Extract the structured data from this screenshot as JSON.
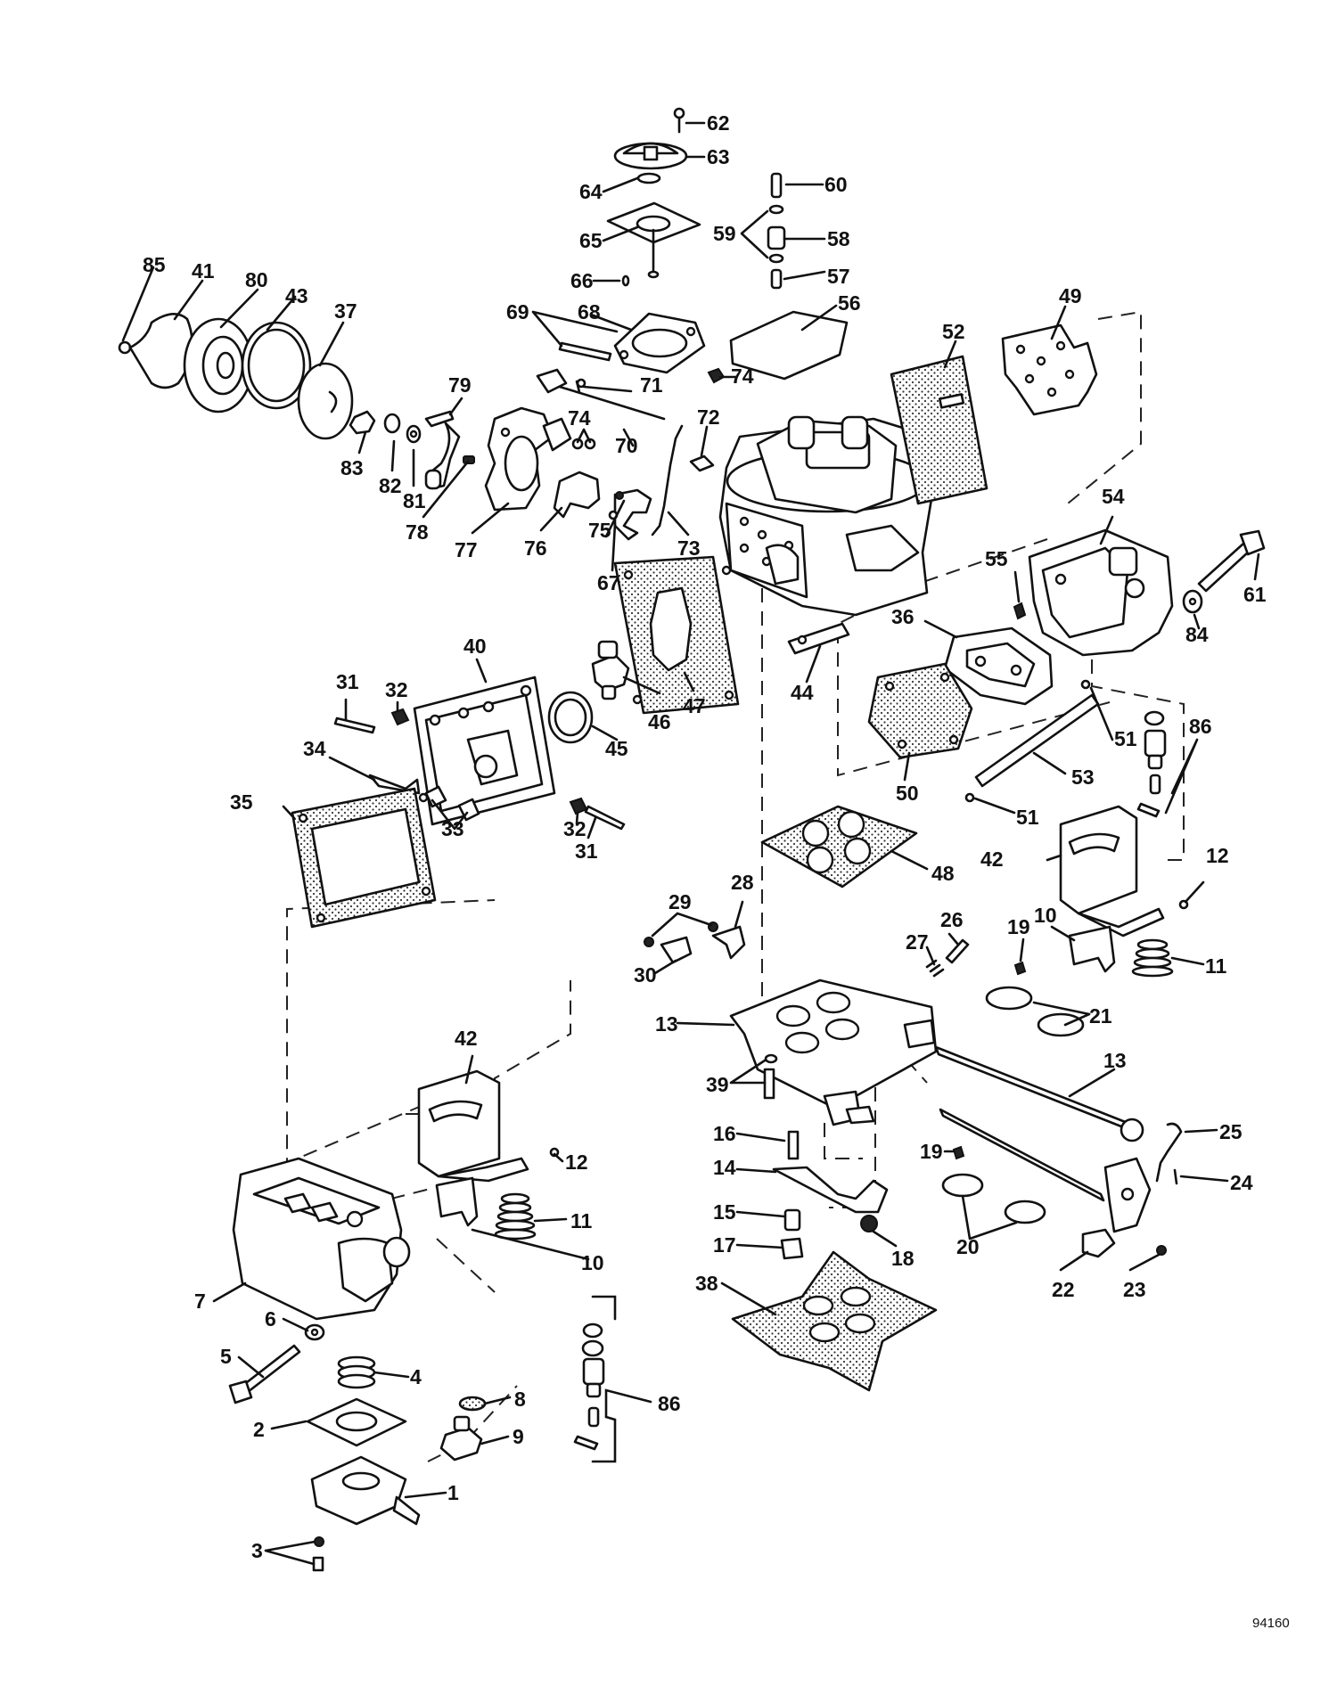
{
  "diagram": {
    "type": "exploded-parts-diagram",
    "subject": "four-barrel carburetor",
    "document_number": "94160",
    "callout_numbers": [
      "1",
      "2",
      "3",
      "4",
      "5",
      "6",
      "7",
      "8",
      "9",
      "10",
      "11",
      "12",
      "13",
      "14",
      "15",
      "16",
      "17",
      "18",
      "19",
      "20",
      "21",
      "22",
      "23",
      "24",
      "25",
      "26",
      "27",
      "28",
      "29",
      "30",
      "31",
      "32",
      "33",
      "34",
      "35",
      "36",
      "37",
      "38",
      "39",
      "40",
      "41",
      "42",
      "43",
      "44",
      "45",
      "46",
      "47",
      "48",
      "49",
      "50",
      "51",
      "52",
      "53",
      "54",
      "55",
      "56",
      "57",
      "58",
      "59",
      "60",
      "61",
      "62",
      "63",
      "64",
      "65",
      "66",
      "67",
      "68",
      "69",
      "70",
      "71",
      "72",
      "73",
      "74",
      "75",
      "76",
      "77",
      "78",
      "79",
      "80",
      "81",
      "82",
      "83",
      "84",
      "85",
      "86"
    ]
  },
  "callouts": [
    {
      "id": "c62",
      "label": "62"
    },
    {
      "id": "c63",
      "label": "63"
    },
    {
      "id": "c64",
      "label": "64"
    },
    {
      "id": "c60",
      "label": "60"
    },
    {
      "id": "c58",
      "label": "58"
    },
    {
      "id": "c59",
      "label": "59"
    },
    {
      "id": "c65",
      "label": "65"
    },
    {
      "id": "c57",
      "label": "57"
    },
    {
      "id": "c66",
      "label": "66"
    },
    {
      "id": "c85",
      "label": "85"
    },
    {
      "id": "c41",
      "label": "41"
    },
    {
      "id": "c80",
      "label": "80"
    },
    {
      "id": "c43",
      "label": "43"
    },
    {
      "id": "c37",
      "label": "37"
    },
    {
      "id": "c69",
      "label": "69"
    },
    {
      "id": "c68",
      "label": "68"
    },
    {
      "id": "c56",
      "label": "56"
    },
    {
      "id": "c52",
      "label": "52"
    },
    {
      "id": "c49",
      "label": "49"
    },
    {
      "id": "c79",
      "label": "79"
    },
    {
      "id": "c71",
      "label": "71"
    },
    {
      "id": "c74a",
      "label": "74"
    },
    {
      "id": "c74b",
      "label": "74"
    },
    {
      "id": "c72",
      "label": "72"
    },
    {
      "id": "c70",
      "label": "70"
    },
    {
      "id": "c83",
      "label": "83"
    },
    {
      "id": "c82",
      "label": "82"
    },
    {
      "id": "c81",
      "label": "81"
    },
    {
      "id": "c78",
      "label": "78"
    },
    {
      "id": "c77",
      "label": "77"
    },
    {
      "id": "c76",
      "label": "76"
    },
    {
      "id": "c75",
      "label": "75"
    },
    {
      "id": "c67",
      "label": "67"
    },
    {
      "id": "c73",
      "label": "73"
    },
    {
      "id": "c54",
      "label": "54"
    },
    {
      "id": "c55",
      "label": "55"
    },
    {
      "id": "c61",
      "label": "61"
    },
    {
      "id": "c84",
      "label": "84"
    },
    {
      "id": "c36",
      "label": "36"
    },
    {
      "id": "c44",
      "label": "44"
    },
    {
      "id": "c40",
      "label": "40"
    },
    {
      "id": "c31a",
      "label": "31"
    },
    {
      "id": "c32a",
      "label": "32"
    },
    {
      "id": "c46",
      "label": "46"
    },
    {
      "id": "c47",
      "label": "47"
    },
    {
      "id": "c45",
      "label": "45"
    },
    {
      "id": "c34",
      "label": "34"
    },
    {
      "id": "c35",
      "label": "35"
    },
    {
      "id": "c33",
      "label": "33"
    },
    {
      "id": "c32b",
      "label": "32"
    },
    {
      "id": "c31b",
      "label": "31"
    },
    {
      "id": "c51a",
      "label": "51"
    },
    {
      "id": "c86a",
      "label": "86"
    },
    {
      "id": "c53",
      "label": "53"
    },
    {
      "id": "c50",
      "label": "50"
    },
    {
      "id": "c51b",
      "label": "51"
    },
    {
      "id": "c48",
      "label": "48"
    },
    {
      "id": "c42a",
      "label": "42"
    },
    {
      "id": "c12a",
      "label": "12"
    },
    {
      "id": "c29",
      "label": "29"
    },
    {
      "id": "c28",
      "label": "28"
    },
    {
      "id": "c26",
      "label": "26"
    },
    {
      "id": "c19a",
      "label": "19"
    },
    {
      "id": "c10a",
      "label": "10"
    },
    {
      "id": "c27",
      "label": "27"
    },
    {
      "id": "c11a",
      "label": "11"
    },
    {
      "id": "c30",
      "label": "30"
    },
    {
      "id": "c21",
      "label": "21"
    },
    {
      "id": "c13a",
      "label": "13"
    },
    {
      "id": "c13b",
      "label": "13"
    },
    {
      "id": "c42b",
      "label": "42"
    },
    {
      "id": "c39",
      "label": "39"
    },
    {
      "id": "c16",
      "label": "16"
    },
    {
      "id": "c25",
      "label": "25"
    },
    {
      "id": "c19b",
      "label": "19"
    },
    {
      "id": "c12b",
      "label": "12"
    },
    {
      "id": "c14",
      "label": "14"
    },
    {
      "id": "c24",
      "label": "24"
    },
    {
      "id": "c15",
      "label": "15"
    },
    {
      "id": "c11b",
      "label": "11"
    },
    {
      "id": "c20",
      "label": "20"
    },
    {
      "id": "c17",
      "label": "17"
    },
    {
      "id": "c10b",
      "label": "10"
    },
    {
      "id": "c18",
      "label": "18"
    },
    {
      "id": "c7",
      "label": "7"
    },
    {
      "id": "c22",
      "label": "22"
    },
    {
      "id": "c23",
      "label": "23"
    },
    {
      "id": "c38",
      "label": "38"
    },
    {
      "id": "c6",
      "label": "6"
    },
    {
      "id": "c5",
      "label": "5"
    },
    {
      "id": "c4",
      "label": "4"
    },
    {
      "id": "c8",
      "label": "8"
    },
    {
      "id": "c86b",
      "label": "86"
    },
    {
      "id": "c2",
      "label": "2"
    },
    {
      "id": "c9",
      "label": "9"
    },
    {
      "id": "c1",
      "label": "1"
    },
    {
      "id": "c3",
      "label": "3"
    }
  ]
}
